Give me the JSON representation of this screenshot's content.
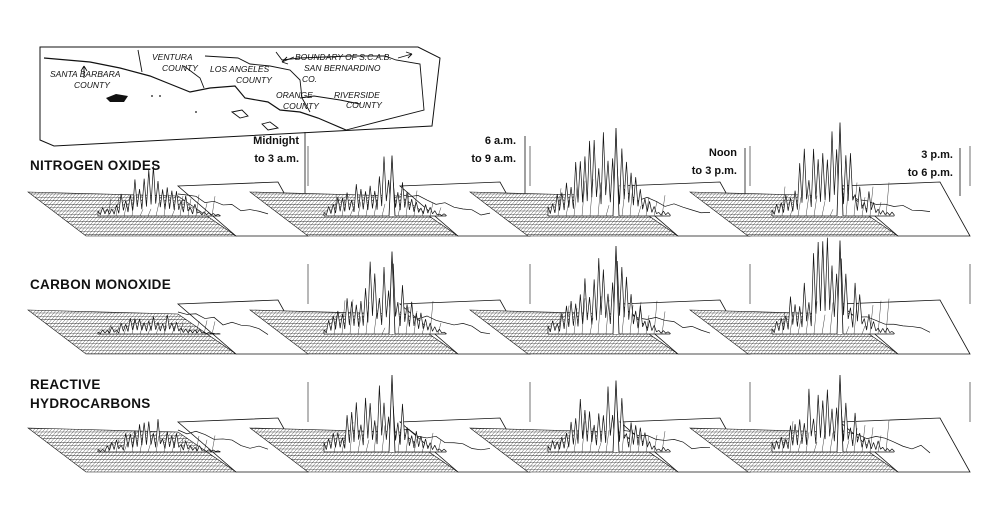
{
  "map": {
    "counties": [
      "SANTA BARBARA",
      "COUNTY",
      "VENTURA",
      "COUNTY",
      "LOS ANGELES",
      "COUNTY",
      "SAN BERNARDINO",
      "CO.",
      "ORANGE",
      "COUNTY",
      "RIVERSIDE",
      "COUNTY"
    ],
    "boundary_label": "BOUNDARY OF S.C.A.B."
  },
  "time_periods": [
    {
      "line1": "Midnight",
      "line2": "to 3 a.m."
    },
    {
      "line1": "6 a.m.",
      "line2": "to 9 a.m."
    },
    {
      "line1": "Noon",
      "line2": "to 3 p.m."
    },
    {
      "line1": "3 p.m.",
      "line2": "to 6 p.m."
    }
  ],
  "rows": [
    {
      "line1": "NITROGEN OXIDES",
      "line2": ""
    },
    {
      "line1": "CARBON MONOXIDE",
      "line2": ""
    },
    {
      "line1": "REACTIVE",
      "line2": "HYDROCARBONS"
    }
  ],
  "peak_intensity": {
    "nitrogen_oxides": [
      0.45,
      0.55,
      0.8,
      0.85
    ],
    "carbon_monoxide": [
      0.2,
      0.75,
      0.8,
      0.85
    ],
    "reactive_hydrocarbons": [
      0.3,
      0.7,
      0.65,
      0.7
    ]
  },
  "colors": {
    "ink": "#111111",
    "paper": "#ffffff"
  }
}
